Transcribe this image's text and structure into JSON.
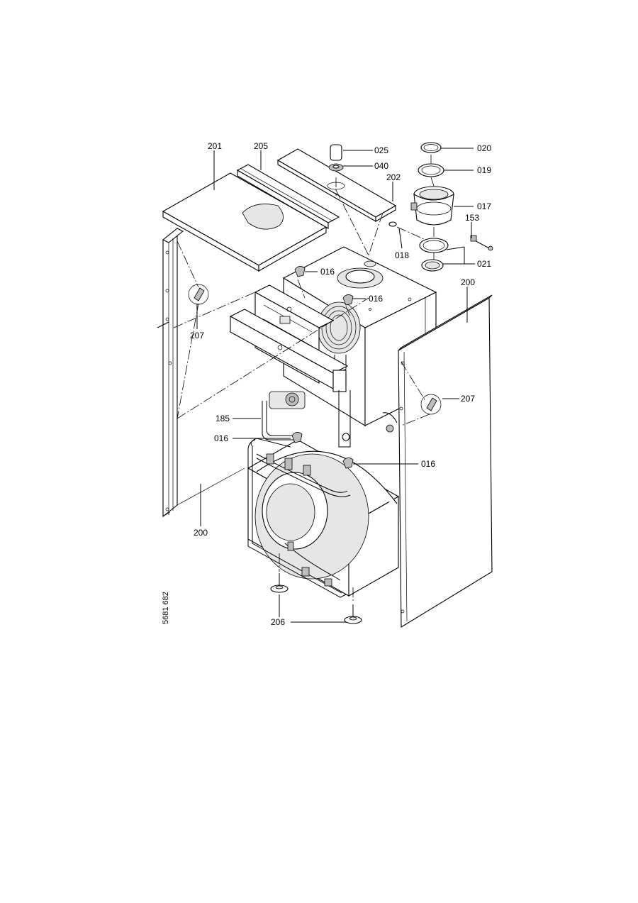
{
  "diagram": {
    "drawing_number": "5681 682",
    "callouts": {
      "c201": "201",
      "c205": "205",
      "c025": "025",
      "c040": "040",
      "c202": "202",
      "c020": "020",
      "c019": "019",
      "c017": "017",
      "c153": "153",
      "c018": "018",
      "c021": "021",
      "c016a": "016",
      "c016b": "016",
      "c200a": "200",
      "c207a": "207",
      "c207b": "207",
      "c185": "185",
      "c016c": "016",
      "c016d": "016",
      "c200b": "200",
      "c206": "206"
    }
  }
}
